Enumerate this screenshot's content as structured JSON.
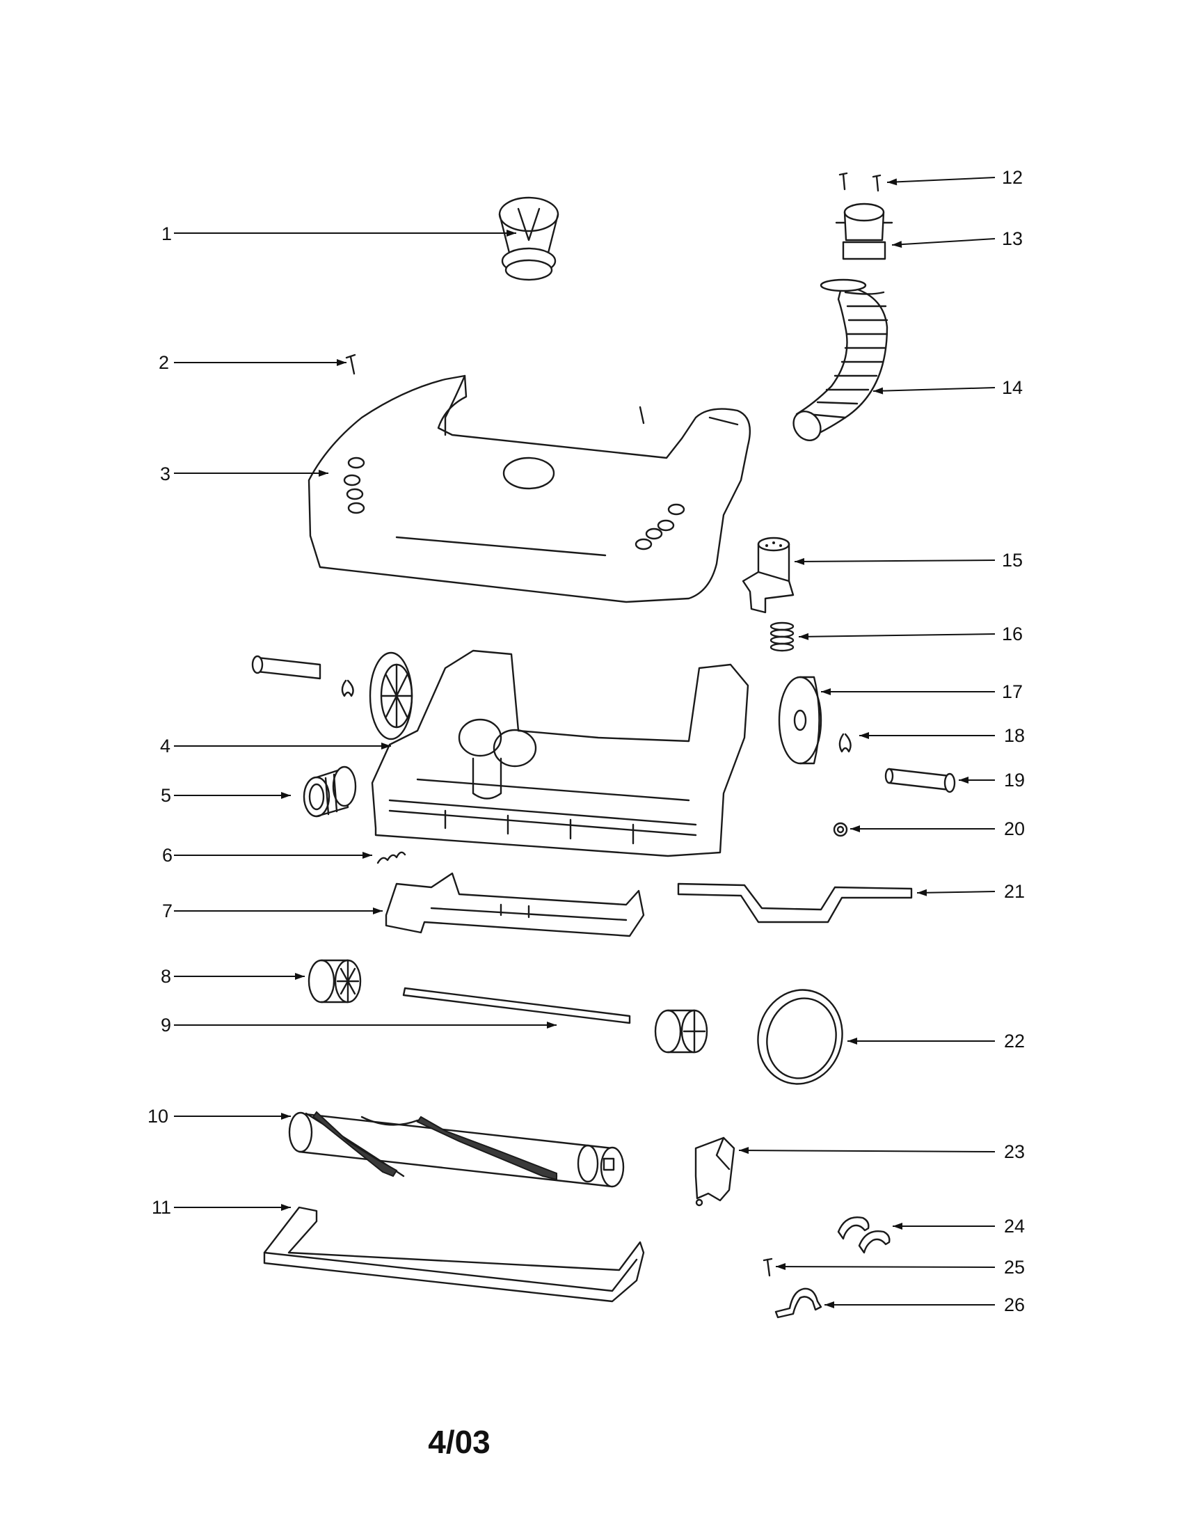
{
  "diagram": {
    "callouts": [
      {
        "id": 1,
        "label": "1"
      },
      {
        "id": 2,
        "label": "2"
      },
      {
        "id": 3,
        "label": "3"
      },
      {
        "id": 4,
        "label": "4"
      },
      {
        "id": 5,
        "label": "5"
      },
      {
        "id": 6,
        "label": "6"
      },
      {
        "id": 7,
        "label": "7"
      },
      {
        "id": 8,
        "label": "8"
      },
      {
        "id": 9,
        "label": "9"
      },
      {
        "id": 10,
        "label": "10"
      },
      {
        "id": 11,
        "label": "11"
      },
      {
        "id": 12,
        "label": "12"
      },
      {
        "id": 13,
        "label": "13"
      },
      {
        "id": 14,
        "label": "14"
      },
      {
        "id": 15,
        "label": "15"
      },
      {
        "id": 16,
        "label": "16"
      },
      {
        "id": 17,
        "label": "17"
      },
      {
        "id": 18,
        "label": "18"
      },
      {
        "id": 19,
        "label": "19"
      },
      {
        "id": 20,
        "label": "20"
      },
      {
        "id": 21,
        "label": "21"
      },
      {
        "id": 22,
        "label": "22"
      },
      {
        "id": 23,
        "label": "23"
      },
      {
        "id": 24,
        "label": "24"
      },
      {
        "id": 25,
        "label": "25"
      },
      {
        "id": 26,
        "label": "26"
      }
    ],
    "footer_code": "4/03"
  }
}
